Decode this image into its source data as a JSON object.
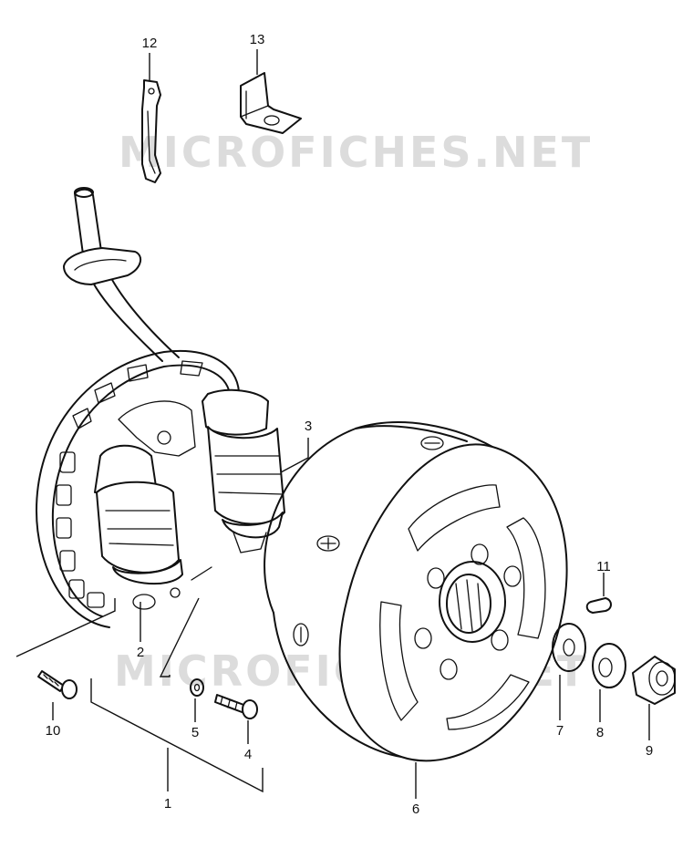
{
  "watermark_text": "MICROFICHES.NET",
  "parts": [
    {
      "id": "1",
      "label": "1"
    },
    {
      "id": "2",
      "label": "2"
    },
    {
      "id": "3",
      "label": "3"
    },
    {
      "id": "4",
      "label": "4"
    },
    {
      "id": "5",
      "label": "5"
    },
    {
      "id": "6",
      "label": "6"
    },
    {
      "id": "7",
      "label": "7"
    },
    {
      "id": "8",
      "label": "8"
    },
    {
      "id": "9",
      "label": "9"
    },
    {
      "id": "10",
      "label": "10"
    },
    {
      "id": "11",
      "label": "11"
    },
    {
      "id": "12",
      "label": "12"
    },
    {
      "id": "13",
      "label": "13"
    }
  ]
}
